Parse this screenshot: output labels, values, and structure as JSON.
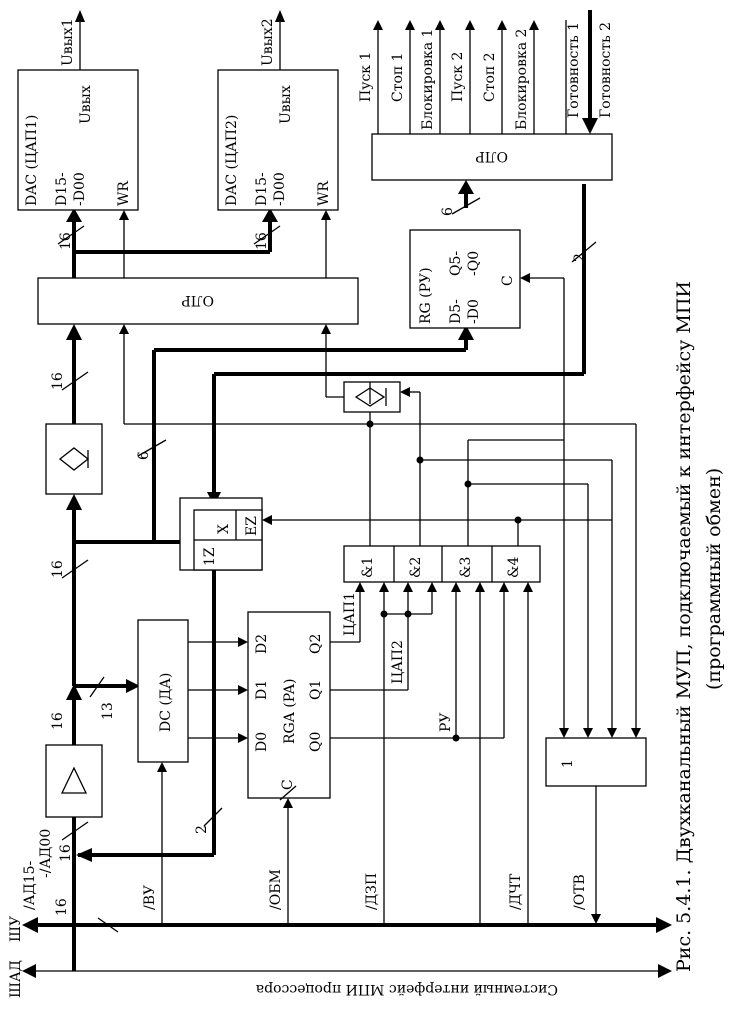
{
  "figure": {
    "caption_line1": "Рис. 5.4.1. Двухканальный МУП, подключаемый к интерфейсу МПИ",
    "caption_line2": "(программный обмен)"
  },
  "buses": {
    "shad": "ШАД",
    "shu": "ШУ",
    "system_label": "Системный интерфейс МПИ процессора",
    "ad_label_1": "/АД15-",
    "ad_label_2": "-/АД00",
    "width_16": "16",
    "width_13": "13",
    "width_6": "6",
    "width_2": "2"
  },
  "signals": {
    "vu": "/ВУ",
    "obm": "/ОБМ",
    "dzp": "/ДЗП",
    "dcht": "/ДЧТ",
    "otv": "/ОТВ",
    "dac1_sel": "ЦАП1",
    "dac2_sel": "ЦАП2",
    "ru_sel": "РУ"
  },
  "blocks": {
    "dc": "DC (ДА)",
    "rga_d2": "D2",
    "rga_d1": "D1",
    "rga_d0": "D0",
    "rga_name": "RGA (PA)",
    "rga_q2": "Q2",
    "rga_q1": "Q1",
    "rga_q0": "Q0",
    "rga_c": "C",
    "and1": "&1",
    "and2": "&2",
    "and3": "&3",
    "and4": "&4",
    "or_val": "1",
    "mux_x": "X",
    "mux_ez": "EZ",
    "mux_1z": "1Z",
    "olp": "ОЛР",
    "dac1_title": "DAC (ЦАП1)",
    "dac2_title": "DAC (ЦАП2)",
    "dac_d": "D15-",
    "dac_d2": "-D00",
    "dac_uvyx": "Uвых",
    "dac_wr": "WR",
    "rg_title": "RG (РУ)",
    "rg_d": "D5-",
    "rg_d2": "-D0",
    "rg_q": "Q5-",
    "rg_q2": "-Q0",
    "rg_c": "C"
  },
  "outputs": {
    "uvyx1": "Uвых1",
    "uvyx2": "Uвых2",
    "pusk1": "Пуск 1",
    "stop1": "Стоп 1",
    "block1": "Блокировка 1",
    "pusk2": "Пуск 2",
    "stop2": "Стоп 2",
    "block2": "Блокировка 2",
    "ready1": "Готовность 1",
    "ready2": "Готовность 2"
  }
}
